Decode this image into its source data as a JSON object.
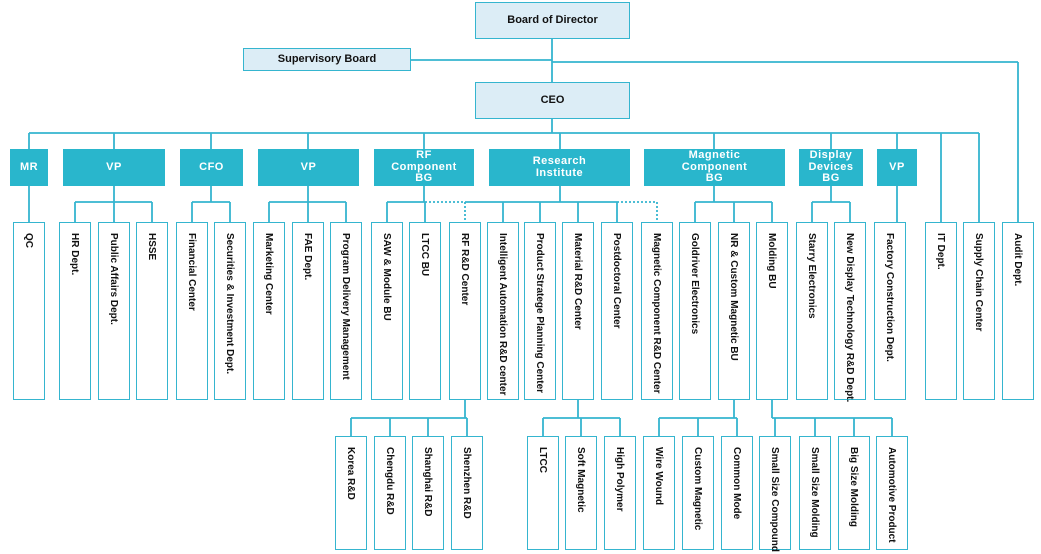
{
  "top": {
    "board": "Board of Director",
    "supervisory": "Supervisory Board",
    "ceo": "CEO"
  },
  "groups": [
    {
      "id": "mr",
      "label": "MR"
    },
    {
      "id": "vp1",
      "label": "VP"
    },
    {
      "id": "cfo",
      "label": "CFO"
    },
    {
      "id": "vp2",
      "label": "VP"
    },
    {
      "id": "rf",
      "label": "RF\nComponent\nBG"
    },
    {
      "id": "ri",
      "label": "Research\nInstitute"
    },
    {
      "id": "mc",
      "label": "Magnetic\nComponent\nBG"
    },
    {
      "id": "dd",
      "label": "Display\nDevices\nBG"
    },
    {
      "id": "vp3",
      "label": "VP"
    }
  ],
  "departments": [
    "QC",
    "HR Dept.",
    "Public Affairs Dept.",
    "HSSE",
    "Financial Center",
    "Securities & Investment Dept.",
    "Marketing Center",
    "FAE Dept.",
    "Program Delivery Management",
    "SAW & Module BU",
    "LTCC BU",
    "RF R&D Center",
    "Intelligent Automation R&D center",
    "Product Stratege Planning Center",
    "Material R&D Center",
    "Postdoctoral Center",
    "Magnetic Component R&D Center",
    "Goldriver Electronics",
    "NR & Custom Magnetic BU",
    "Molding BU",
    "Starry Electronics",
    "New Display Technology R&D Dept.",
    "Factory Construction Dept.",
    "IT Dept.",
    "Supply Chain Center",
    "Audit Dept."
  ],
  "sub_departments": [
    "Korea R&D",
    "Chengdu R&D",
    "Shanghai R&D",
    "Shenzhen R&D",
    "LTCC",
    "Soft  Magnetic",
    "High Polymer",
    "Wire Wound",
    "Custom Magnetic",
    "Common Mode",
    "Small Size Compound",
    "Small Size Molding",
    "Big Size Molding",
    "Automotive Product"
  ],
  "colors": {
    "accent": "#29b6cc",
    "line": "#35b5cf",
    "light_box": "#dcedf6"
  }
}
